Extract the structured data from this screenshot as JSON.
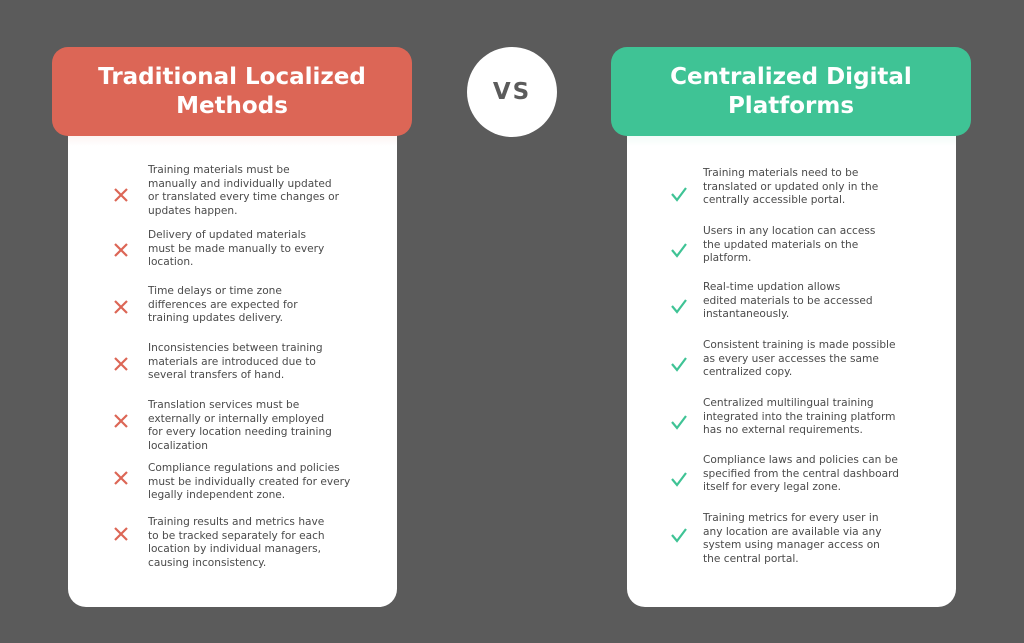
{
  "vs_label": "VS",
  "colors": {
    "background": "#5b5b5b",
    "left_accent": "#dc6656",
    "right_accent": "#3fc395",
    "text": "#4a4a4a"
  },
  "left": {
    "title": "Traditional Localized\nMethods",
    "icon": "cross-icon",
    "items": [
      {
        "text": "Training materials must be\nmanually and individually updated\nor translated every time changes or\nupdates happen."
      },
      {
        "text": "Delivery of updated materials\nmust be made manually to every\nlocation."
      },
      {
        "text": "Time delays or time zone\ndifferences are expected for\ntraining updates delivery."
      },
      {
        "text": "Inconsistencies between training\nmaterials are introduced due to\nseveral transfers of hand."
      },
      {
        "text": "Translation services must be\nexternally or internally employed\nfor every location needing training\nlocalization"
      },
      {
        "text": "Compliance regulations and policies\nmust be individually created for every\nlegally independent zone."
      },
      {
        "text": "Training results and metrics have\nto be tracked separately for each\nlocation by individual managers,\ncausing inconsistency."
      }
    ]
  },
  "right": {
    "title": "Centralized Digital\nPlatforms",
    "icon": "check-icon",
    "items": [
      {
        "text": "Training materials need to be\ntranslated or updated only in the\ncentrally accessible portal."
      },
      {
        "text": "Users in any location can access\nthe updated materials on the\nplatform."
      },
      {
        "text": "Real-time updation allows\nedited materials to be accessed\ninstantaneously."
      },
      {
        "text": "Consistent training is made possible\nas every user accesses the same\ncentralized copy."
      },
      {
        "text": "Centralized multilingual training\nintegrated into the training platform\nhas no external requirements."
      },
      {
        "text": "Compliance laws and policies can be\nspecified from the central dashboard\nitself for every legal zone."
      },
      {
        "text": "Training metrics for every user in\nany location are available via any\nsystem using manager access on\nthe central portal."
      }
    ]
  }
}
